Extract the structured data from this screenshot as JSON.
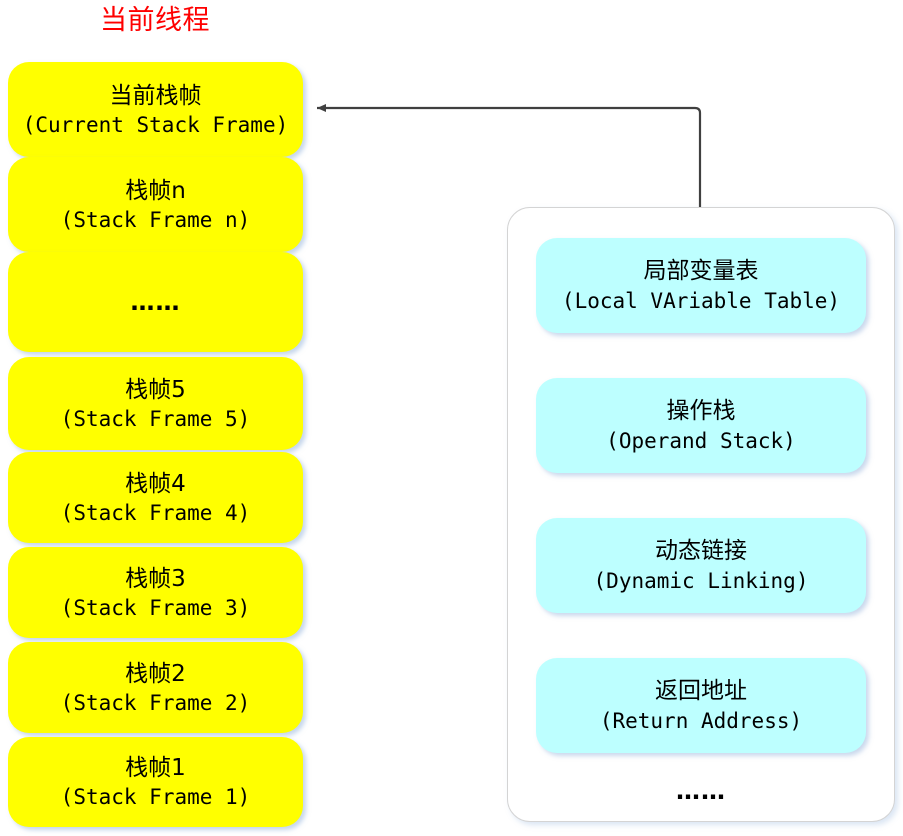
{
  "diagram": {
    "title": "当前线程",
    "title_color": "#ff0000",
    "frame_fill": "#ffff00",
    "slot_fill": "#bdffff",
    "panel_fill": "#ffffff",
    "connector_color": "#404040",
    "ellipsis": "……"
  },
  "stack": {
    "frames": [
      {
        "cn": "当前栈帧",
        "en": "(Current Stack Frame)",
        "is_ellipsis": false
      },
      {
        "cn": "栈帧n",
        "en": "(Stack Frame n)",
        "is_ellipsis": false
      },
      {
        "cn": "……",
        "en": "",
        "is_ellipsis": true
      },
      {
        "cn": "栈帧5",
        "en": "(Stack Frame 5)",
        "is_ellipsis": false
      },
      {
        "cn": "栈帧4",
        "en": "(Stack Frame 4)",
        "is_ellipsis": false
      },
      {
        "cn": "栈帧3",
        "en": "(Stack Frame 3)",
        "is_ellipsis": false
      },
      {
        "cn": "栈帧2",
        "en": "(Stack Frame 2)",
        "is_ellipsis": false
      },
      {
        "cn": "栈帧1",
        "en": "(Stack Frame 1)",
        "is_ellipsis": false
      }
    ]
  },
  "frame_detail": {
    "slots": [
      {
        "cn": "局部变量表",
        "en": "(Local VAriable Table)"
      },
      {
        "cn": "操作栈",
        "en": "(Operand Stack)"
      },
      {
        "cn": "动态链接",
        "en": "(Dynamic Linking)"
      },
      {
        "cn": "返回地址",
        "en": "(Return Address)"
      }
    ],
    "more": "……"
  }
}
